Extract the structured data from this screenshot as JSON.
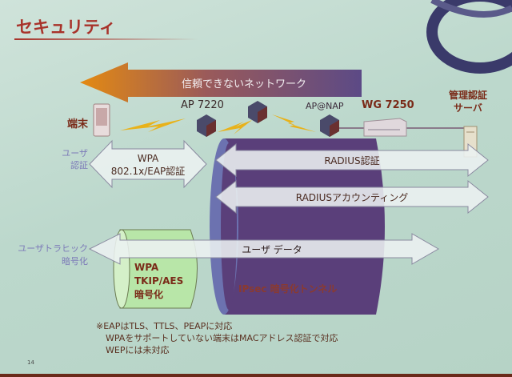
{
  "slide": {
    "title": "セキュリティ",
    "page_number": "14",
    "untrusted_network_arrow": "信頼できないネットワーク",
    "devices": {
      "terminal": "端末",
      "ap1": "AP 7220",
      "ap2": "AP@NAP",
      "gateway": "WG 7250",
      "server_line1": "管理認証",
      "server_line2": "サーバ"
    },
    "row_labels": {
      "user_auth_line1": "ユーザ",
      "user_auth_line2": "認証",
      "traffic_enc_line1": "ユーザトラヒック",
      "traffic_enc_line2": "暗号化"
    },
    "arrows": {
      "wpa_line1": "WPA",
      "wpa_line2": "802.1x/EAP認証",
      "radius_auth": "RADIUS認証",
      "radius_acct": "RADIUSアカウンティング",
      "user_data": "ユーザ データ"
    },
    "wpa_cylinder": [
      "WPA",
      "TKIP/AES",
      "暗号化"
    ],
    "ipsec_tunnel": "IPsec 暗号化トンネル",
    "footnotes": [
      "※EAPはTLS、TTLS、PEAPに対応",
      "WPAをサポートしていない端末はMACアドレス認証で対応",
      "WEPには未対応"
    ]
  },
  "colors": {
    "title": "#a8322a",
    "tunnel": "#5a3f7a",
    "green_cylinder": "#b8e6a8",
    "arrow_orange": "#e48a12",
    "arrow_purple": "#5c4a86"
  }
}
